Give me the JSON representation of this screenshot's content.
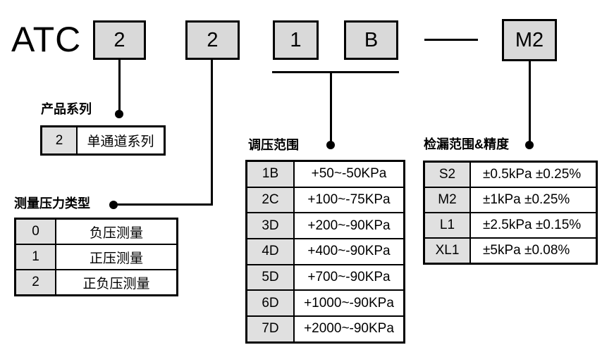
{
  "title": "ATC",
  "boxes": [
    {
      "id": "series",
      "label": "2"
    },
    {
      "id": "pressure-type",
      "label": "2"
    },
    {
      "id": "range-digit",
      "label": "1"
    },
    {
      "id": "range-letter",
      "label": "B"
    },
    {
      "id": "leak-grade",
      "label": "M2"
    }
  ],
  "sections": {
    "product_series": {
      "label": "产品系列",
      "rows": [
        {
          "code": "2",
          "desc": "单通道系列"
        }
      ]
    },
    "pressure_type": {
      "label": "测量压力类型",
      "rows": [
        {
          "code": "0",
          "desc": "负压测量"
        },
        {
          "code": "1",
          "desc": "正压测量"
        },
        {
          "code": "2",
          "desc": "正负压测量"
        }
      ]
    },
    "regulation_range": {
      "label": "调压范围",
      "rows": [
        {
          "code": "1B",
          "desc": "+50~-50KPa"
        },
        {
          "code": "2C",
          "desc": "+100~-75KPa"
        },
        {
          "code": "3D",
          "desc": "+200~-90KPa"
        },
        {
          "code": "4D",
          "desc": "+400~-90KPa"
        },
        {
          "code": "5D",
          "desc": "+700~-90KPa"
        },
        {
          "code": "6D",
          "desc": "+1000~-90KPa"
        },
        {
          "code": "7D",
          "desc": "+2000~-90KPa"
        }
      ]
    },
    "leak_range": {
      "label": "检漏范围&精度",
      "rows": [
        {
          "code": "S2",
          "desc": "±0.5kPa ±0.25%"
        },
        {
          "code": "M2",
          "desc": "±1kPa ±0.25%"
        },
        {
          "code": "L1",
          "desc": "±2.5kPa ±0.15%"
        },
        {
          "code": "XL1",
          "desc": "±5kPa ±0.08%"
        }
      ]
    }
  },
  "colors": {
    "box_fill": "#d9d9d9",
    "code_cell_fill": "#e0e0e0",
    "line": "#000000",
    "background": "#ffffff"
  }
}
